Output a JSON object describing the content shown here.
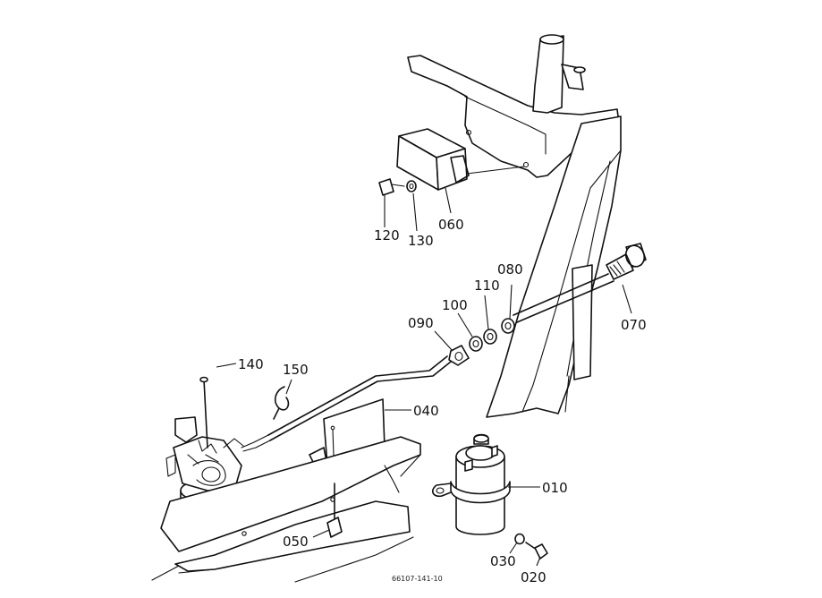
{
  "labels": {
    "p010": "010",
    "p020": "020",
    "p030": "030",
    "p040": "040",
    "p050": "050",
    "p060": "060",
    "p070": "070",
    "p080": "080",
    "p090": "090",
    "p100": "100",
    "p110": "110",
    "p120": "120",
    "p130": "130",
    "p140": "140",
    "p150": "150"
  },
  "figure_code": "66107-141-10"
}
